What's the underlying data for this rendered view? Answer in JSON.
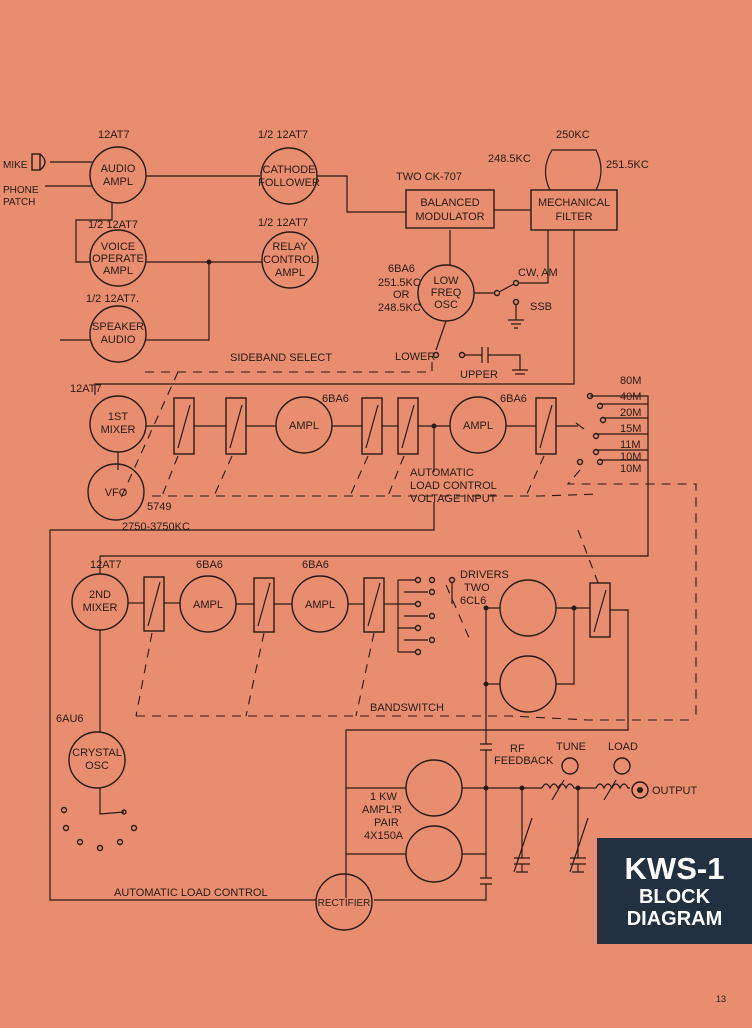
{
  "title": {
    "line1": "KWS-1",
    "line2": "BLOCK",
    "line3": "DIAGRAM"
  },
  "page_number": "13",
  "blocks": {
    "audio_ampl": {
      "tube": "12AT7",
      "l1": "AUDIO",
      "l2": "AMPL"
    },
    "cathode_follower": {
      "tube": "1/2 12AT7",
      "l1": "CATHODE",
      "l2": "FOLLOWER"
    },
    "voice_operate": {
      "tube": "1/2 12AT7",
      "l1": "VOICE",
      "l2": "OPERATE",
      "l3": "AMPL"
    },
    "relay_control": {
      "tube": "1/2 12AT7",
      "l1": "RELAY",
      "l2": "CONTROL",
      "l3": "AMPL"
    },
    "speaker_audio": {
      "tube": "1/2 12AT7.",
      "l1": "SPEAKER",
      "l2": "AUDIO"
    },
    "balanced_modulator": {
      "tube": "TWO CK-707",
      "l1": "BALANCED",
      "l2": "MODULATOR"
    },
    "mechanical_filter": {
      "l1": "MECHANICAL",
      "l2": "FILTER"
    },
    "low_freq_osc": {
      "l1": "LOW",
      "l2": "FREQ",
      "l3": "OSC",
      "tube": "6BA6",
      "f1": "251.5KC",
      "or": "OR",
      "f2": "248.5KC"
    },
    "first_mixer": {
      "tube": "12AT7",
      "l1": "1ST",
      "l2": "MIXER"
    },
    "vfo": {
      "l1": "VFO",
      "tube": "5749",
      "range": "2750-3750KC"
    },
    "ampl": "AMPL",
    "second_mixer": {
      "tube": "12AT7",
      "l1": "2ND",
      "l2": "MIXER"
    },
    "crystal_osc": {
      "tube": "6AU6",
      "l1": "CRYSTAL",
      "l2": "OSC"
    },
    "rectifier": "RECTIFIER",
    "power_amp": {
      "l1": "1 KW",
      "l2": "AMPL'R",
      "l3": "PAIR",
      "l4": "4X150A"
    },
    "drivers": {
      "l1": "DRIVERS",
      "l2": "TWO",
      "l3": "6CL6"
    }
  },
  "labels": {
    "mike": "MIKE",
    "phone1": "PHONE",
    "phone2": "PATCH",
    "kc250": "250KC",
    "kc2485": "248.5KC",
    "kc2515": "251.5KC",
    "cw_am": "CW, AM",
    "ssb": "SSB",
    "sideband_select": "SIDEBAND SELECT",
    "lower": "LOWER",
    "upper": "UPPER",
    "tube_6ba6": "6BA6",
    "alc1": "AUTOMATIC",
    "alc2": "LOAD CONTROL",
    "alc3": "VOLTAGE INPUT",
    "bandswitch": "BANDSWITCH",
    "rf_feedback1": "RF",
    "rf_feedback2": "FEEDBACK",
    "tune": "TUNE",
    "load": "LOAD",
    "output": "OUTPUT",
    "alc_bottom": "AUTOMATIC LOAD CONTROL"
  },
  "bands": [
    "80M",
    "40M",
    "20M",
    "15M",
    "11M",
    "10M",
    "10M"
  ]
}
